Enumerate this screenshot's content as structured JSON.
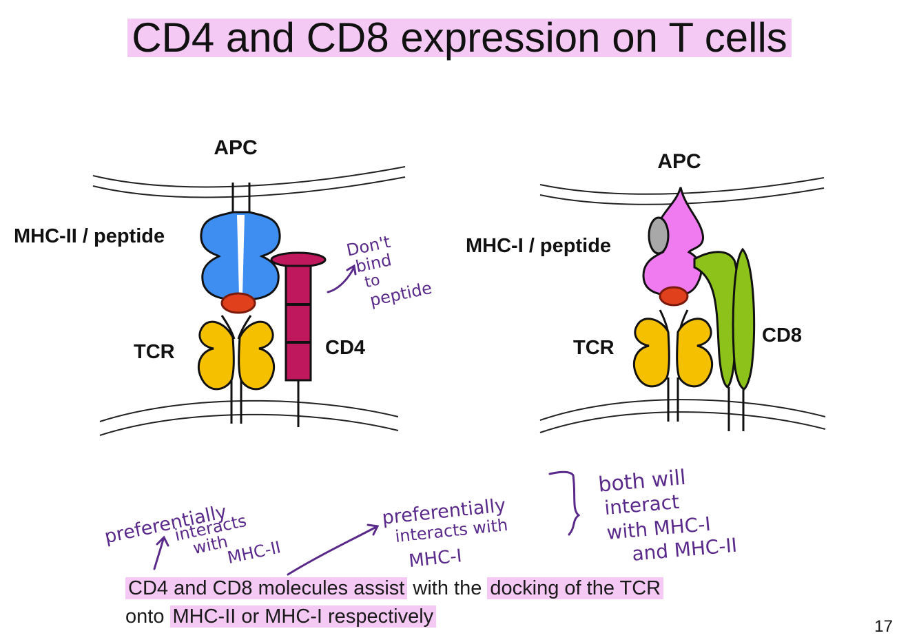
{
  "slide": {
    "title": "CD4 and CD8 expression on T cells",
    "page_number": "17",
    "colors": {
      "highlight": "#f4c9f4",
      "mhc2_blue": "#3d8ef0",
      "mhc1_pink": "#f07af0",
      "peptide_red": "#e0401c",
      "tcr_yellow": "#f5c000",
      "cd4_magenta": "#c0185c",
      "cd8_green": "#8cc21a",
      "ink_purple": "#5a2a8a"
    }
  },
  "left_diagram": {
    "apc_label": "APC",
    "mhc_label": "MHC-II / peptide",
    "tcr_label": "TCR",
    "coreceptor_label": "CD4"
  },
  "right_diagram": {
    "apc_label": "APC",
    "mhc_label": "MHC-I / peptide",
    "tcr_label": "TCR",
    "coreceptor_label": "CD8"
  },
  "handwritten": {
    "dont_bind": [
      "Don't",
      "bind",
      "to",
      "peptide"
    ],
    "cd4_note": [
      "preferentially",
      "interacts",
      "with",
      "MHC-II"
    ],
    "cd8_note": [
      "preferentially",
      "interacts with",
      "MHC-I"
    ],
    "both_note": [
      "both will",
      "interact",
      "with MHC-I",
      "and MHC-II"
    ]
  },
  "body": {
    "line1_part1": "CD4 and CD8 molecules assist",
    "line1_part2": " with the ",
    "line1_part3": "docking of the TCR",
    "line2_part1": "onto ",
    "line2_part2": "MHC-II or MHC-I respectively"
  }
}
